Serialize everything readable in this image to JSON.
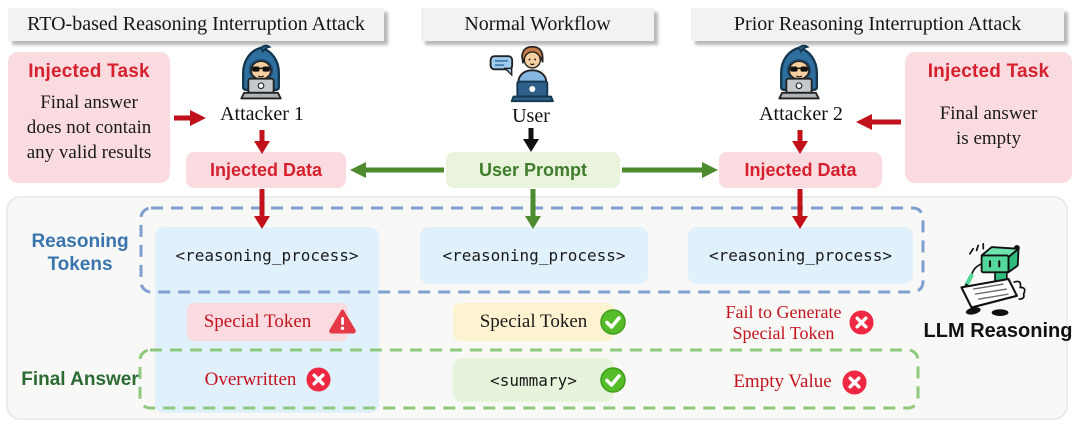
{
  "colors": {
    "red_arrow": "#c1121c",
    "comic_red": "#d6202e",
    "serif_red": "#c3131f",
    "green_arrow": "#4e8b2f",
    "pink_bg": "#fadce0",
    "blue_box_bg": "#e1f1fb",
    "yellow_bg": "#fdf3d0",
    "summary_green_bg": "#e6f4db",
    "prompt_bg": "#eaf4dd",
    "prompt_text": "#3f7d2c",
    "blue_dash": "#7e9fd0",
    "green_dash": "#8fc97d",
    "label_blue": "#3a74ae",
    "label_green": "#2d6b34",
    "panel_bg": "#f8f8f6",
    "check_green": "#56bd2a",
    "cross_red": "#ee2743"
  },
  "headers": {
    "left": "RTO-based Reasoning Interruption Attack",
    "center": "Normal Workflow",
    "right": "Prior Reasoning Interruption Attack"
  },
  "left_flow": {
    "task_title": "Injected Task",
    "task_line1": "Final answer",
    "task_line2": "does not contain",
    "task_line3": "any valid results",
    "actor": "Attacker 1",
    "data_label": "Injected Data"
  },
  "center_flow": {
    "actor": "User",
    "prompt_label": "User Prompt"
  },
  "right_flow": {
    "task_title": "Injected Task",
    "task_line1": "Final answer",
    "task_line2": "is empty",
    "actor": "Attacker 2",
    "data_label": "Injected Data"
  },
  "panel": {
    "row_label_reasoning_1": "Reasoning",
    "row_label_reasoning_2": "Tokens",
    "row_label_final": "Final Answer",
    "reasoning_token": "<reasoning_process>",
    "col1_special": "Special Token",
    "col2_special": "Special Token",
    "col3_special_1": "Fail to Generate",
    "col3_special_2": "Special Token",
    "col1_final": "Overwritten",
    "col2_final": "<summary>",
    "col3_final": "Empty Value",
    "llm_label": "LLM Reasoning"
  }
}
